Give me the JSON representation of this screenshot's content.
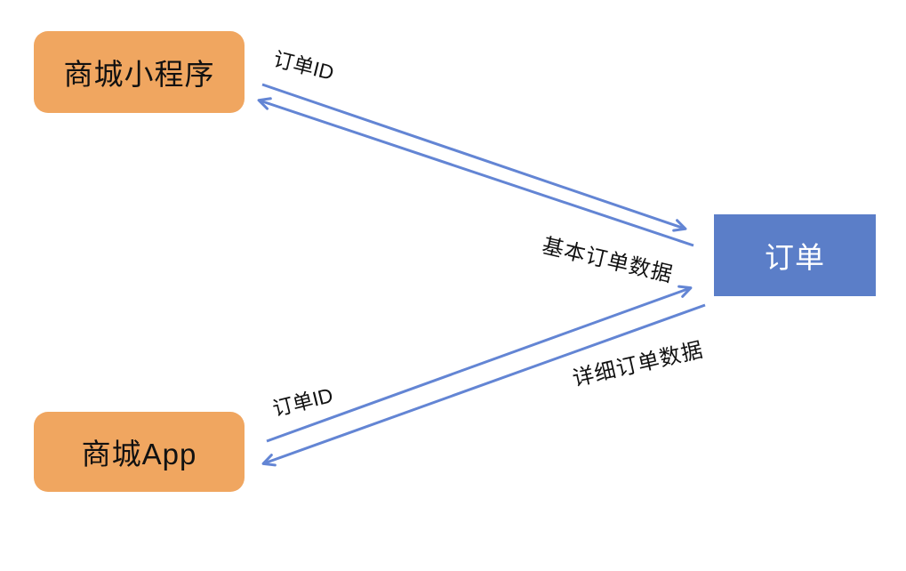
{
  "diagram": {
    "nodes": {
      "mini_program": {
        "label": "商城小程序",
        "fill": "#F0A660",
        "shape": "rounded-rectangle"
      },
      "app": {
        "label": "商城App",
        "fill": "#F0A660",
        "shape": "rounded-rectangle"
      },
      "order": {
        "label": "订单",
        "fill": "#5B7EC8",
        "shape": "rectangle"
      }
    },
    "edges": {
      "order_id_top": {
        "label": "订单ID",
        "from": "order",
        "to": "mini_program"
      },
      "basic_order_data": {
        "label": "基本订单数据",
        "from": "mini_program",
        "to": "order"
      },
      "order_id_bottom": {
        "label": "订单ID",
        "from": "order",
        "to": "app"
      },
      "detailed_order_data": {
        "label": "详细订单数据",
        "from": "app",
        "to": "order"
      }
    },
    "colors": {
      "node_orange": "#F0A660",
      "node_blue": "#5B7EC8",
      "arrow_blue": "#6385D4",
      "text_dark": "#111111",
      "text_light": "#FFFFFF",
      "background": "#FFFFFF"
    }
  }
}
